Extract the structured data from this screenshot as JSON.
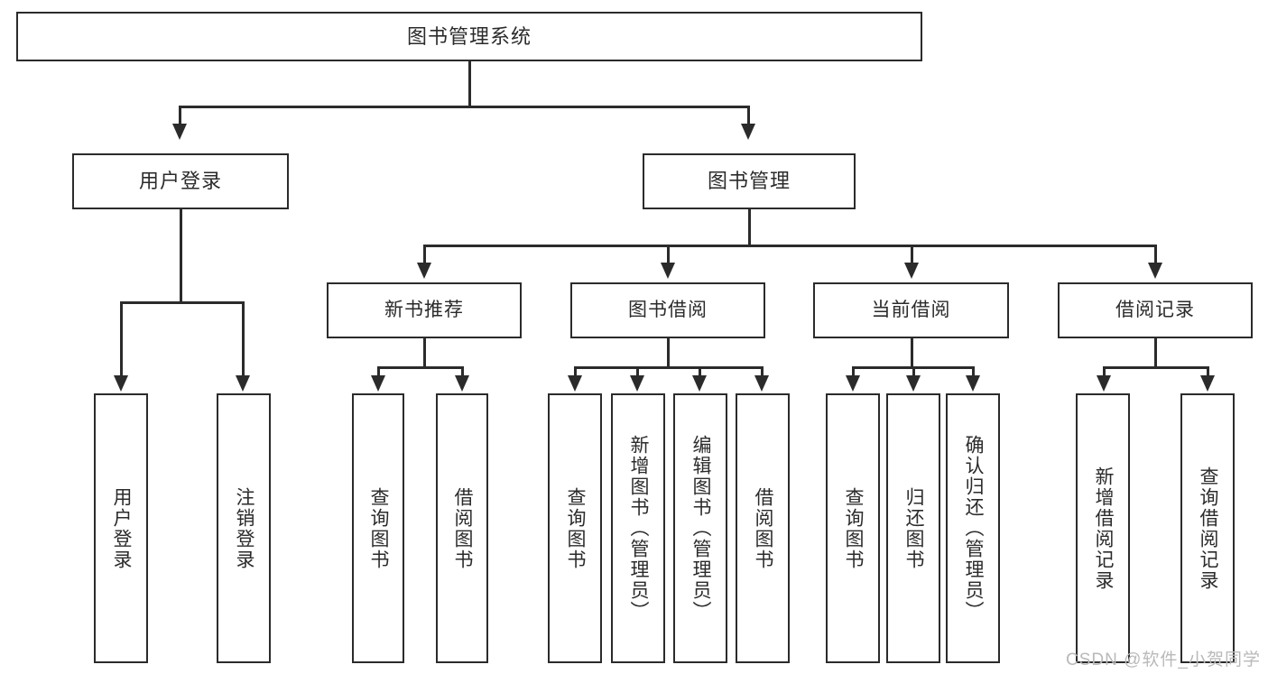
{
  "diagram": {
    "title": "图书管理系统",
    "type": "tree",
    "root": {
      "id": "root",
      "label": "图书管理系统"
    },
    "level1": [
      {
        "id": "user-login",
        "label": "用户登录"
      },
      {
        "id": "book-management",
        "label": "图书管理"
      }
    ],
    "level2": [
      {
        "id": "new-book-recommend",
        "label": "新书推荐",
        "parent": "book-management"
      },
      {
        "id": "book-borrow",
        "label": "图书借阅",
        "parent": "book-management"
      },
      {
        "id": "current-borrow",
        "label": "当前借阅",
        "parent": "book-management"
      },
      {
        "id": "borrow-record",
        "label": "借阅记录",
        "parent": "book-management"
      }
    ],
    "leaves": {
      "user_login": [
        {
          "id": "leaf-user-login",
          "label": "用户登录"
        },
        {
          "id": "leaf-user-logout",
          "label": "注销登录"
        }
      ],
      "new_book_recommend": [
        {
          "id": "leaf-query-book-1",
          "label": "查询图书"
        },
        {
          "id": "leaf-borrow-book-1",
          "label": "借阅图书"
        }
      ],
      "book_borrow": [
        {
          "id": "leaf-query-book-2",
          "label": "查询图书"
        },
        {
          "id": "leaf-add-book",
          "label": "新增图书（管理员）"
        },
        {
          "id": "leaf-edit-book",
          "label": "编辑图书（管理员）"
        },
        {
          "id": "leaf-borrow-book-2",
          "label": "借阅图书"
        }
      ],
      "current_borrow": [
        {
          "id": "leaf-query-book-3",
          "label": "查询图书"
        },
        {
          "id": "leaf-return-book",
          "label": "归还图书"
        },
        {
          "id": "leaf-confirm-return",
          "label": "确认归还（管理员）"
        }
      ],
      "borrow_record": [
        {
          "id": "leaf-add-record",
          "label": "新增借阅记录"
        },
        {
          "id": "leaf-query-record",
          "label": "查询借阅记录"
        }
      ]
    },
    "colors": {
      "stroke": "#2b2b2b",
      "fill": "#ffffff",
      "text": "#2b2b2b",
      "watermark": "#b9b9b9"
    }
  },
  "watermark": {
    "text": "CSDN @软件_小贺同学"
  }
}
